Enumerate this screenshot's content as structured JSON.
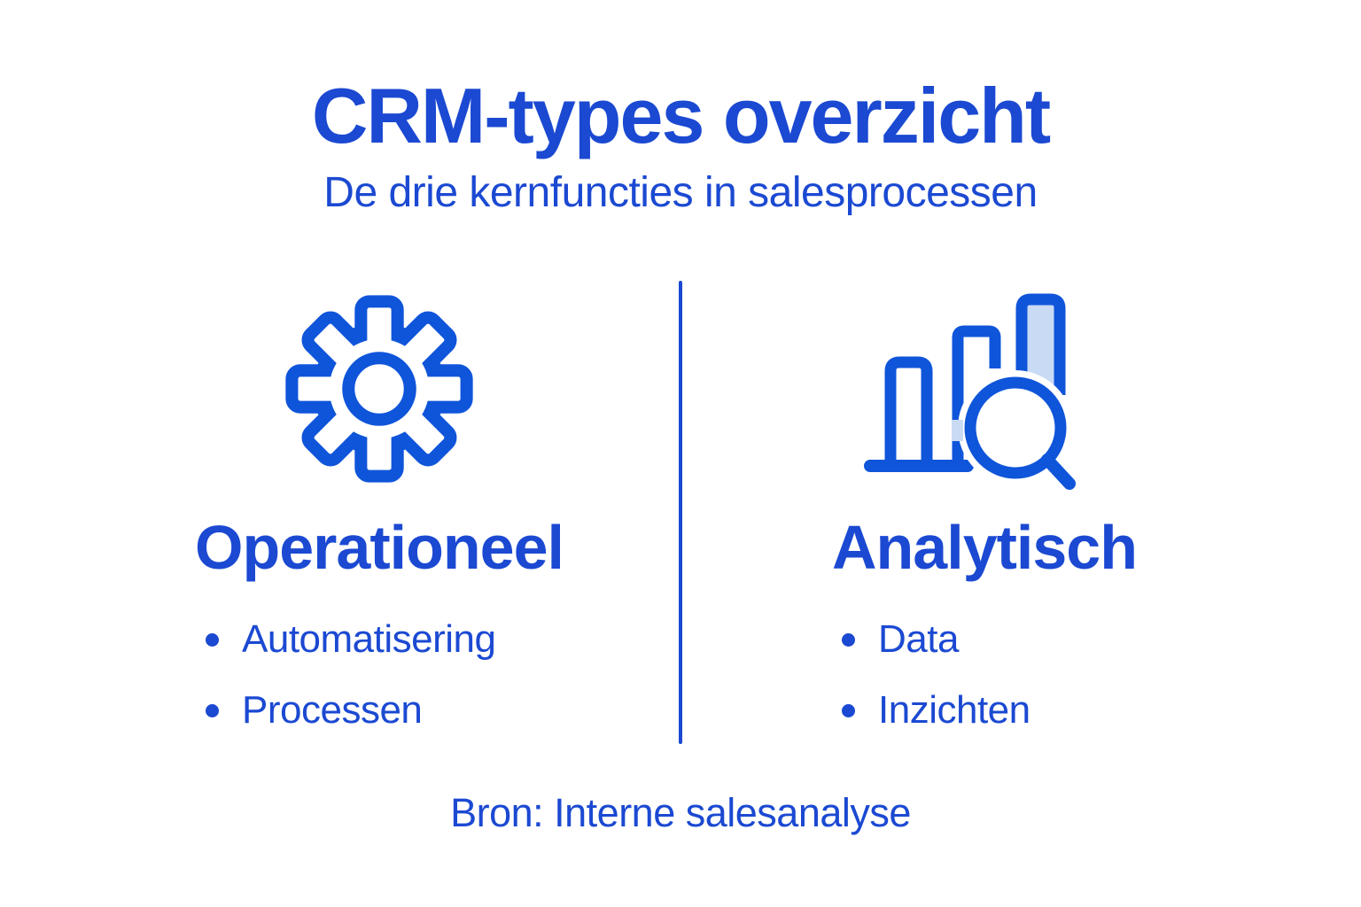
{
  "header": {
    "title": "CRM-types overzicht",
    "subtitle": "De drie kernfuncties in salesprocessen"
  },
  "columns": [
    {
      "icon": "gear-icon",
      "heading": "Operationeel",
      "bullets": [
        "Automatisering",
        "Processen"
      ]
    },
    {
      "icon": "bar-chart-magnifier-icon",
      "heading": "Analytisch",
      "bullets": [
        "Data",
        "Inzichten"
      ]
    }
  ],
  "footer": {
    "source": "Bron: Interne salesanalyse"
  },
  "colors": {
    "primary_blue": "#1b49d2",
    "icon_blue": "#0f55da",
    "light_blue_fill": "#c9daf5"
  }
}
